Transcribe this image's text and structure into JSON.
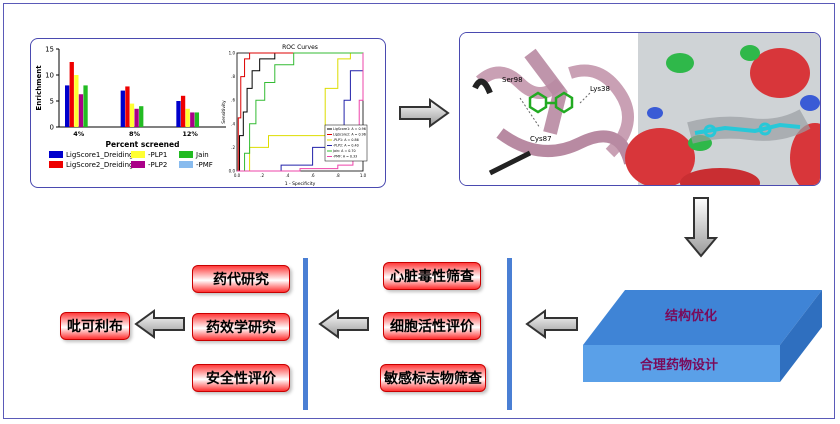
{
  "chart_data": [
    {
      "type": "bar",
      "categories": [
        "4%",
        "8%",
        "12%"
      ],
      "xlabel": "Percent screened",
      "ylabel": "Enrichment",
      "ylim": [
        0,
        15
      ],
      "yticks": [
        "0",
        "5",
        "10",
        "15"
      ],
      "series": [
        {
          "name": "LigScore1_Dreiding",
          "color": "#0000cc",
          "values": [
            8,
            7,
            5
          ]
        },
        {
          "name": "LigScore2_Dreiding",
          "color": "#ee0000",
          "values": [
            12.5,
            7.8,
            6
          ]
        },
        {
          "name": "-PLP1",
          "color": "#ffff33",
          "values": [
            10,
            4.5,
            3.5
          ]
        },
        {
          "name": "-PLP2",
          "color": "#aa0088",
          "values": [
            6.3,
            3.5,
            2.8
          ]
        },
        {
          "name": "Jain",
          "color": "#22bb22",
          "values": [
            8,
            4,
            2.8
          ]
        },
        {
          "name": "-PMF",
          "color": "#88bbee",
          "values": [
            0,
            0,
            0
          ]
        }
      ]
    },
    {
      "type": "line",
      "title": "ROC Curves",
      "xlabel": "1 - Specificity",
      "ylabel": "Sensitivity",
      "xlim": [
        0,
        1
      ],
      "ylim": [
        0,
        1
      ],
      "xticks": [
        "0.0",
        ".2",
        ".4",
        ".6",
        ".8",
        "1.0"
      ],
      "yticks": [
        "0.0",
        ".2",
        ".4",
        ".6",
        ".8",
        "1.0"
      ],
      "series": [
        {
          "name": "LigScore1: A = 0.96",
          "color": "#000000",
          "points": [
            [
              0,
              0
            ],
            [
              0.02,
              0.3
            ],
            [
              0.05,
              0.5
            ],
            [
              0.08,
              0.7
            ],
            [
              0.12,
              0.85
            ],
            [
              0.18,
              0.95
            ],
            [
              0.3,
              1
            ],
            [
              1,
              1
            ]
          ]
        },
        {
          "name": "LigScore2: A = 0.96",
          "color": "#dd0000",
          "points": [
            [
              0,
              0
            ],
            [
              0.01,
              0.45
            ],
            [
              0.03,
              0.8
            ],
            [
              0.06,
              0.95
            ],
            [
              0.1,
              1
            ],
            [
              1,
              1
            ]
          ]
        },
        {
          "name": "-PLP1: A = 0.86",
          "color": "#dddd00",
          "points": [
            [
              0,
              0
            ],
            [
              0.1,
              0.2
            ],
            [
              0.25,
              0.3
            ],
            [
              0.55,
              0.3
            ],
            [
              0.7,
              0.7
            ],
            [
              0.8,
              0.95
            ],
            [
              0.9,
              1
            ],
            [
              1,
              1
            ]
          ]
        },
        {
          "name": "-PLP2: A = 0.40",
          "color": "#2222aa",
          "points": [
            [
              0,
              0
            ],
            [
              0.35,
              0.05
            ],
            [
              0.6,
              0.2
            ],
            [
              0.75,
              0.35
            ],
            [
              0.85,
              0.6
            ],
            [
              0.9,
              0.85
            ],
            [
              1,
              1
            ]
          ]
        },
        {
          "name": "Jain: A = 0.70",
          "color": "#33bb33",
          "points": [
            [
              0,
              0
            ],
            [
              0.06,
              0.15
            ],
            [
              0.1,
              0.4
            ],
            [
              0.15,
              0.6
            ],
            [
              0.22,
              0.75
            ],
            [
              0.3,
              0.9
            ],
            [
              0.45,
              1
            ],
            [
              1,
              1
            ]
          ]
        },
        {
          "name": "-PMF: A = 0.33",
          "color": "#ee44aa",
          "points": [
            [
              0,
              0
            ],
            [
              0.5,
              0.02
            ],
            [
              0.8,
              0.05
            ],
            [
              0.92,
              0.2
            ],
            [
              0.97,
              0.6
            ],
            [
              1,
              1
            ]
          ]
        }
      ]
    }
  ],
  "molecule": {
    "labels": [
      "Ser98",
      "Lys38",
      "Cys87"
    ]
  },
  "boxes": {
    "structure_opt": "结构优化",
    "rational_design": "合理药物设计"
  },
  "middle_column": [
    "心脏毒性筛查",
    "细胞活性评价",
    "敏感标志物筛查"
  ],
  "left_column": [
    "药代研究",
    "药效学研究",
    "安全性评价"
  ],
  "final": "吡可利布",
  "colors": {
    "frame": "#5a5ab8",
    "arrow": "#333333",
    "bar": "#4a7fd4",
    "box": "#4c8fd8",
    "red": "#ff2a2a"
  }
}
